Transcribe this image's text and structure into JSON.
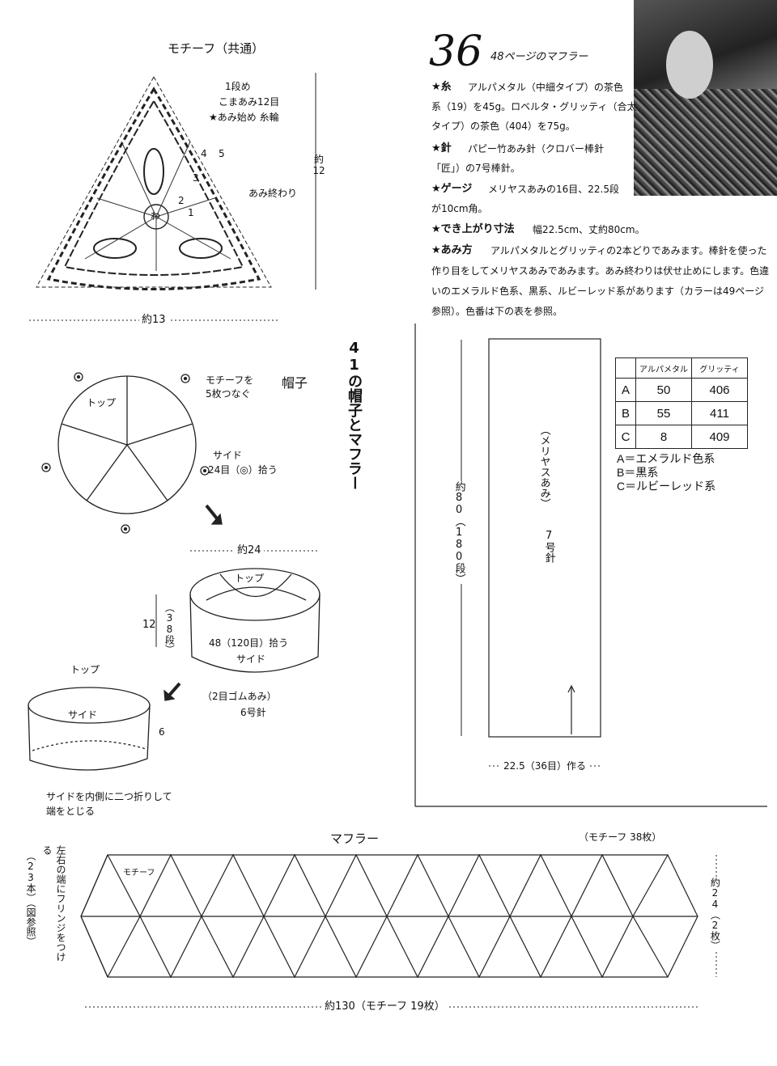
{
  "motif": {
    "title": "モチーフ（共通）",
    "round1": "1段め",
    "sc12": "こまあみ12目",
    "start": "★あみ始め 糸輪",
    "ring": "わ",
    "end": "あみ終わり",
    "height_label": "約12",
    "width_label": "約13",
    "row_nums": [
      "1",
      "2",
      "3",
      "4",
      "5"
    ]
  },
  "pattern36": {
    "number": "36",
    "page_ref": "48ページのマフラー",
    "yarn_label": "★糸",
    "yarn_text_1": "アルパメタル（中細タイプ）の茶色",
    "yarn_text_2": "系（19）を45g。ロベルタ・グリッティ（合太",
    "yarn_text_3": "タイプ）の茶色（404）を75g。",
    "needle_label": "★針",
    "needle_text_1": "パピー竹あみ針（クロバー棒針",
    "needle_text_2": "「匠」）の7号棒針。",
    "gauge_label": "★ゲージ",
    "gauge_text_1": "メリヤスあみの16目、22.5段",
    "gauge_text_2": "が10cm角。",
    "size_label": "★でき上がり寸法",
    "size_text": "幅22.5cm、丈約80cm。",
    "method_label": "★あみ方",
    "method_text_1": "アルパメタルとグリッティの2本どりであみます。棒針を使った",
    "method_text_2": "作り目をしてメリヤスあみであみます。あみ終わりは伏せ止めにします。色違",
    "method_text_3": "いのエメラルド色系、黒系、ルビーレッド系があります（カラーは49ページ",
    "method_text_4": "参照）。色番は下の表を参照。",
    "scarf_stitch": "（メリヤスあみ）",
    "scarf_needle": "7号針",
    "scarf_length": "約80（180段）",
    "scarf_width": "22.5（36目）作る",
    "table_headers": [
      "",
      "アルパメタル",
      "グリッティ"
    ],
    "table_rows": [
      [
        "A",
        "50",
        "406"
      ],
      [
        "B",
        "55",
        "411"
      ],
      [
        "C",
        "8",
        "409"
      ]
    ],
    "legend": [
      "A＝エメラルド色系",
      "B＝黒系",
      "C＝ルビーレッド系"
    ]
  },
  "hat": {
    "section_title": "41の帽子とマフラー",
    "title": "帽子",
    "join": "モチーフを",
    "join2": "5枚つなぐ",
    "top": "トップ",
    "side": "サイド",
    "pickup": "24目（◎）拾う",
    "circ": "約24",
    "height": "12",
    "rows": "（38段）",
    "pickup2": "48（120目）拾う",
    "side2": "サイド",
    "rib": "（2目ゴムあみ）",
    "needle6": "6号針",
    "top3": "トップ",
    "side3": "サイド",
    "fold_num": "6",
    "fold": "サイドを内側に二つ折りして",
    "fold2": "端をとじる"
  },
  "muffler": {
    "title": "マフラー",
    "count": "（モチーフ 38枚）",
    "motif_label": "モチーフ",
    "fringe": "左右の端にフリンジをつける",
    "fringe2": "（23本）（図参照）",
    "height": "約24（2枚）",
    "width": "約130（モチーフ 19枚）"
  }
}
